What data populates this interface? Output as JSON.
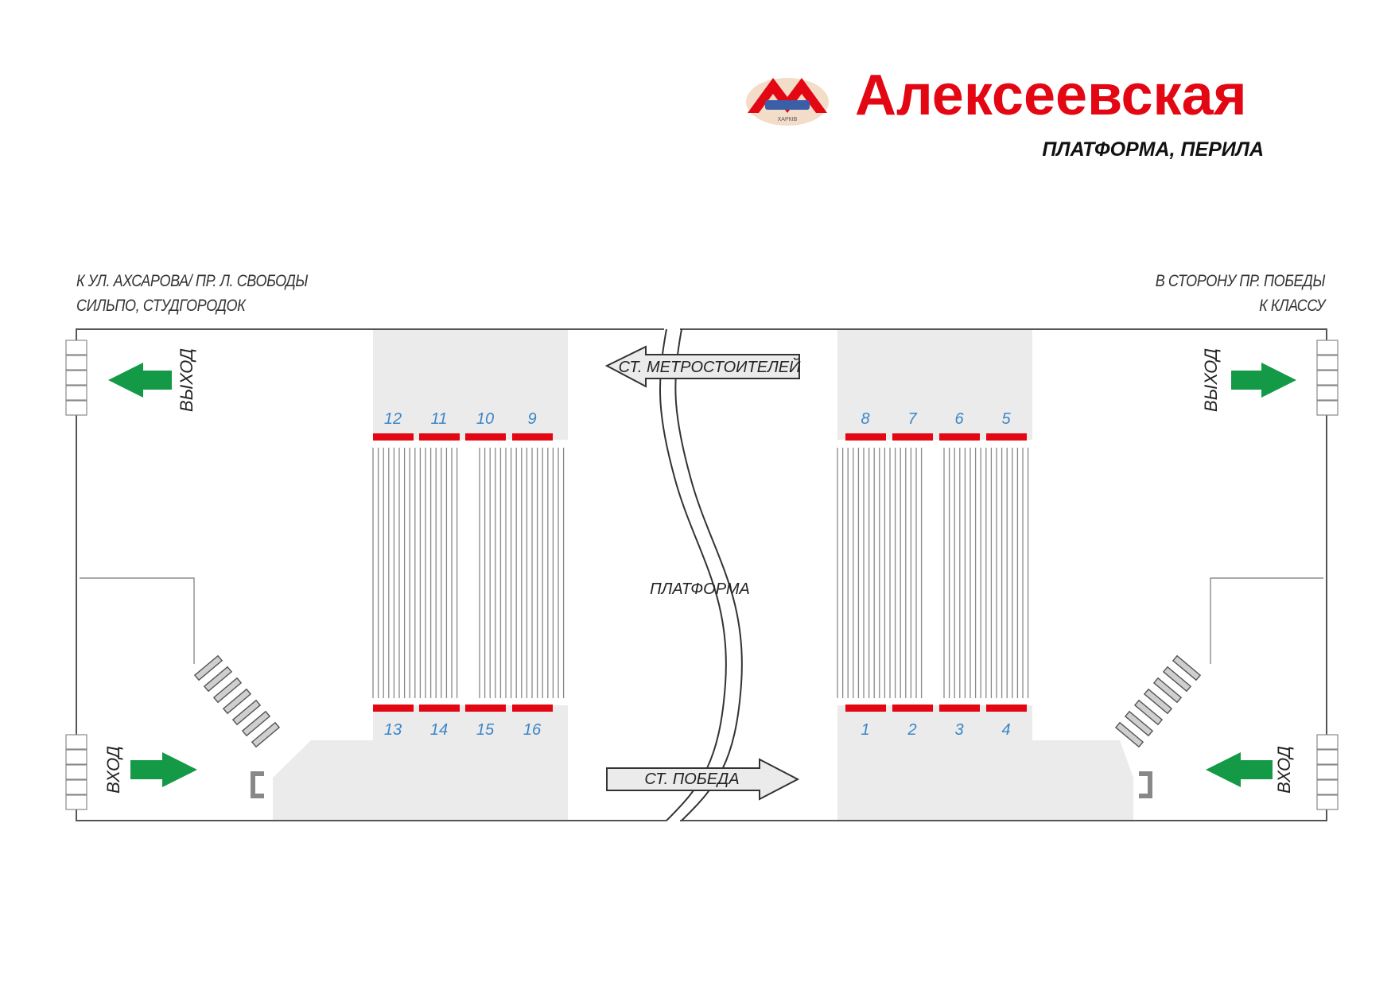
{
  "header": {
    "logo_text": "ХАРКІВ",
    "station_name": "Алексеевская",
    "subtitle": "ПЛАТФОРМА, ПЕРИЛА"
  },
  "directions": {
    "left": [
      "К УЛ. АХСАРОВА/ ПР. Л. СВОБОДЫ",
      "СИЛЬПО, СТУДГОРОДОК"
    ],
    "right": [
      "В СТОРОНУ ПР. ПОБЕДЫ",
      "К КЛАССУ"
    ]
  },
  "labels": {
    "exit": "ВЫХОД",
    "entrance": "ВХОД",
    "platform": "ПЛАТФОРМА",
    "to_metrostroiteley": "СТ. МЕТРОСТОИТЕЛЕЙ",
    "to_pobeda": "СТ. ПОБЕДА"
  },
  "panels": {
    "left_top": [
      "12",
      "11",
      "10",
      "9"
    ],
    "left_bottom": [
      "13",
      "14",
      "15",
      "16"
    ],
    "right_top": [
      "8",
      "7",
      "6",
      "5"
    ],
    "right_bottom": [
      "1",
      "2",
      "3",
      "4"
    ]
  },
  "colors": {
    "brand_red": "#e30613",
    "panel_red": "#e30613",
    "arrow_green": "#149a47",
    "number_blue": "#3a86c8",
    "zone_gray": "#ebebeb"
  }
}
